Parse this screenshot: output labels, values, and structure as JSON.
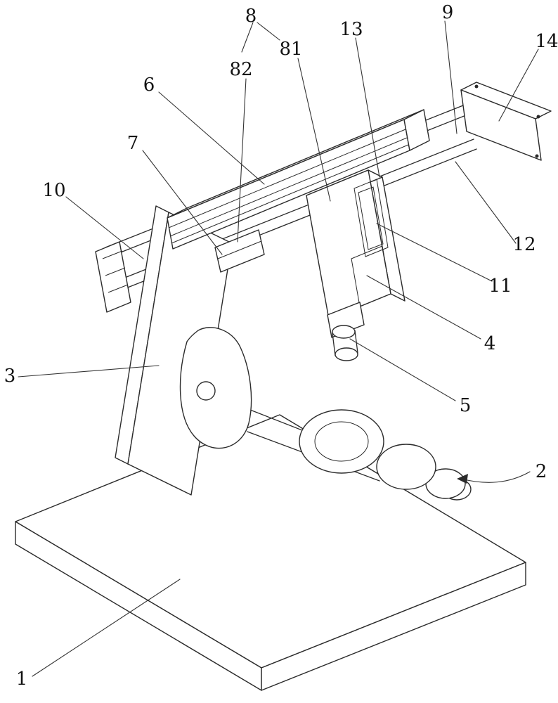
{
  "figure": {
    "kind": "patent-style isometric line drawing of a machining apparatus",
    "colors": {
      "background": "#ffffff",
      "line": "#2b2b2b",
      "label": "#111111"
    },
    "labels": [
      {
        "id": "base-plate",
        "text": "1"
      },
      {
        "id": "drive-unit",
        "text": "2"
      },
      {
        "id": "support-column",
        "text": "3"
      },
      {
        "id": "actuator-body",
        "text": "4"
      },
      {
        "id": "tool-tip",
        "text": "5"
      },
      {
        "id": "cross-beam",
        "text": "6"
      },
      {
        "id": "pivot-seat",
        "text": "7"
      },
      {
        "id": "rail-group",
        "text": "8"
      },
      {
        "id": "rail-sub-81",
        "text": "81"
      },
      {
        "id": "rail-sub-82",
        "text": "82"
      },
      {
        "id": "upper-rail",
        "text": "9"
      },
      {
        "id": "left-end-cap",
        "text": "10"
      },
      {
        "id": "inner-plate",
        "text": "11"
      },
      {
        "id": "lower-rail",
        "text": "12"
      },
      {
        "id": "carriage",
        "text": "13"
      },
      {
        "id": "right-end-block",
        "text": "14"
      }
    ]
  }
}
